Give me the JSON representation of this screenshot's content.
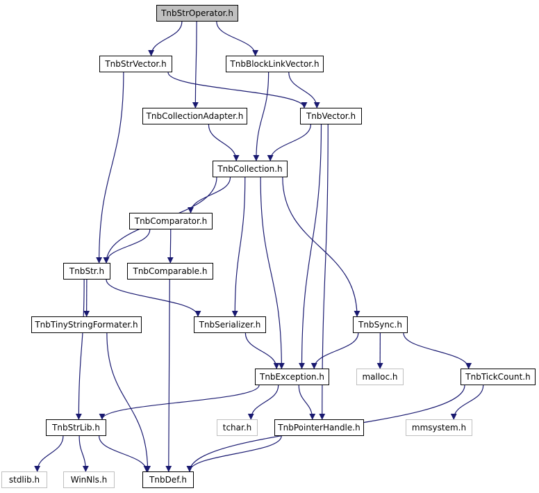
{
  "nodes": {
    "TnbStrOperator": {
      "label": "TnbStrOperator.h"
    },
    "TnbStrVector": {
      "label": "TnbStrVector.h"
    },
    "TnbBlockLinkVector": {
      "label": "TnbBlockLinkVector.h"
    },
    "TnbCollectionAdapter": {
      "label": "TnbCollectionAdapter.h"
    },
    "TnbVector": {
      "label": "TnbVector.h"
    },
    "TnbCollection": {
      "label": "TnbCollection.h"
    },
    "TnbComparator": {
      "label": "TnbComparator.h"
    },
    "TnbStr": {
      "label": "TnbStr.h"
    },
    "TnbComparable": {
      "label": "TnbComparable.h"
    },
    "TnbTinyStringFormater": {
      "label": "TnbTinyStringFormater.h"
    },
    "TnbSerializer": {
      "label": "TnbSerializer.h"
    },
    "TnbSync": {
      "label": "TnbSync.h"
    },
    "TnbException": {
      "label": "TnbException.h"
    },
    "malloc": {
      "label": "malloc.h"
    },
    "TnbTickCount": {
      "label": "TnbTickCount.h"
    },
    "TnbStrLib": {
      "label": "TnbStrLib.h"
    },
    "tchar": {
      "label": "tchar.h"
    },
    "TnbPointerHandle": {
      "label": "TnbPointerHandle.h"
    },
    "mmsystem": {
      "label": "mmsystem.h"
    },
    "stdlib": {
      "label": "stdlib.h"
    },
    "WinNls": {
      "label": "WinNls.h"
    },
    "TnbDef": {
      "label": "TnbDef.h"
    }
  },
  "edges": [
    [
      "TnbStrOperator",
      "TnbStrVector"
    ],
    [
      "TnbStrOperator",
      "TnbCollectionAdapter"
    ],
    [
      "TnbStrOperator",
      "TnbBlockLinkVector"
    ],
    [
      "TnbStrVector",
      "TnbStr"
    ],
    [
      "TnbStrVector",
      "TnbVector"
    ],
    [
      "TnbBlockLinkVector",
      "TnbVector"
    ],
    [
      "TnbBlockLinkVector",
      "TnbCollection"
    ],
    [
      "TnbCollectionAdapter",
      "TnbCollection"
    ],
    [
      "TnbVector",
      "TnbCollection"
    ],
    [
      "TnbVector",
      "TnbException"
    ],
    [
      "TnbVector",
      "TnbPointerHandle"
    ],
    [
      "TnbCollection",
      "TnbStr"
    ],
    [
      "TnbCollection",
      "TnbComparator"
    ],
    [
      "TnbCollection",
      "TnbSerializer"
    ],
    [
      "TnbCollection",
      "TnbException"
    ],
    [
      "TnbCollection",
      "TnbSync"
    ],
    [
      "TnbComparator",
      "TnbStr"
    ],
    [
      "TnbComparator",
      "TnbComparable"
    ],
    [
      "TnbComparable",
      "TnbDef"
    ],
    [
      "TnbStr",
      "TnbTinyStringFormater"
    ],
    [
      "TnbStr",
      "TnbSerializer"
    ],
    [
      "TnbStr",
      "TnbStrLib"
    ],
    [
      "TnbTinyStringFormater",
      "TnbDef"
    ],
    [
      "TnbSerializer",
      "TnbException"
    ],
    [
      "TnbSync",
      "TnbException"
    ],
    [
      "TnbSync",
      "malloc"
    ],
    [
      "TnbSync",
      "TnbTickCount"
    ],
    [
      "TnbException",
      "TnbStrLib"
    ],
    [
      "TnbException",
      "tchar"
    ],
    [
      "TnbException",
      "TnbPointerHandle"
    ],
    [
      "TnbTickCount",
      "mmsystem"
    ],
    [
      "TnbTickCount",
      "TnbDef"
    ],
    [
      "TnbStrLib",
      "stdlib"
    ],
    [
      "TnbStrLib",
      "WinNls"
    ],
    [
      "TnbStrLib",
      "TnbDef"
    ],
    [
      "TnbPointerHandle",
      "TnbDef"
    ]
  ],
  "colors": {
    "edge": "#191970",
    "root_fill": "#bfbfbf",
    "external_border": "#bfbfbf"
  }
}
